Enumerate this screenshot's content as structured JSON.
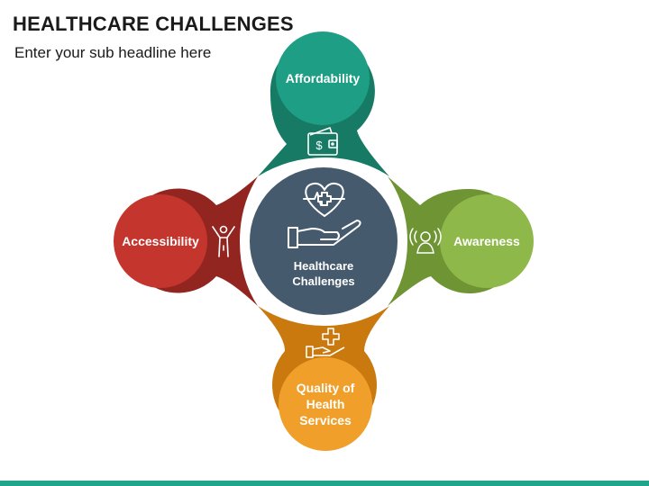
{
  "header": {
    "title": "HEALTHCARE CHALLENGES",
    "subtitle": "Enter your sub headline here"
  },
  "center": {
    "label_line1": "Healthcare",
    "label_line2": "Challenges",
    "icon": "heart-hand-icon"
  },
  "nodes": {
    "top": {
      "label": "Affordability",
      "icon": "wallet-dollar-icon",
      "color": "#1e9e84",
      "dark": "#167a64"
    },
    "right": {
      "label": "Awareness",
      "icon": "person-broadcast-icon",
      "color": "#8fb84a",
      "dark": "#6f9434"
    },
    "bottom": {
      "label_line1": "Quality of",
      "label_line2": "Health",
      "label_line3": "Services",
      "icon": "hand-plus-icon",
      "color": "#f0a02a",
      "dark": "#c9790e"
    },
    "left": {
      "label": "Accessibility",
      "icon": "person-arms-up-icon",
      "color": "#c4352d",
      "dark": "#922520"
    }
  },
  "colors": {
    "center": "#465a6e",
    "accent_bar": "#1fa58a"
  }
}
